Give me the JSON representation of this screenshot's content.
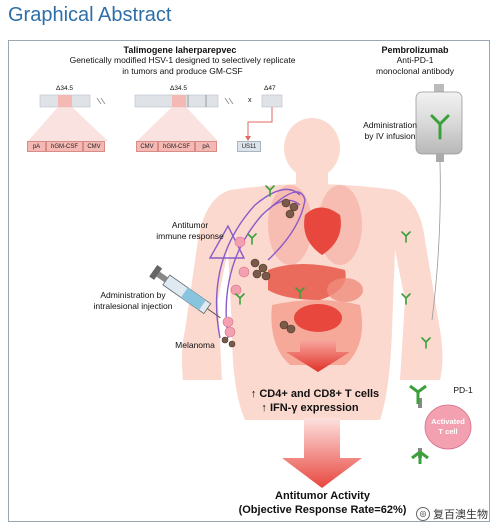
{
  "header": {
    "title": "Graphical Abstract"
  },
  "left_drug": {
    "name": "Talimogene laherparepvec",
    "desc_line1": "Genetically modified HSV-1 designed to selectively replicate",
    "desc_line2": "in tumors and produce GM-CSF"
  },
  "right_drug": {
    "name": "Pembrolizumab",
    "line1": "Anti-PD-1",
    "line2": "monoclonal antibody"
  },
  "genome": {
    "delta1": "Δ34.5",
    "delta2": "Δ34.5",
    "delta3": "Δ47",
    "x_mark": "x",
    "box_left": [
      "pA",
      "hGM-CSF",
      "CMV"
    ],
    "box_mid": [
      "CMV",
      "hGM-CSF",
      "pA"
    ],
    "box_right": "US11"
  },
  "labels": {
    "iv_line1": "Administration",
    "iv_line2": "by IV infusion",
    "immune_line1": "Antitumor",
    "immune_line2": "immune response",
    "inject_line1": "Administration by",
    "inject_line2": "intralesional injection",
    "melanoma": "Melanoma",
    "pd1": "PD-1",
    "tcell_line1": "Activated",
    "tcell_line2": "T cell",
    "result_line1": "↑ CD4+ and CD8+ T cells",
    "result_line2": "↑ IFN-γ expression",
    "activity_line1": "Antitumor Activity",
    "activity_line2": "(Objective Response Rate=62%)"
  },
  "watermark": {
    "text": "复百澳生物"
  },
  "colors": {
    "title_blue": "#2e6ea8",
    "body_pink": "#fbd9cf",
    "organ_red": "#e8473d",
    "arrow_red": "#e8463f",
    "antibody_green": "#3aa13a",
    "virus_brown": "#7a5a48",
    "tcell_pink": "#f3a0b0"
  }
}
